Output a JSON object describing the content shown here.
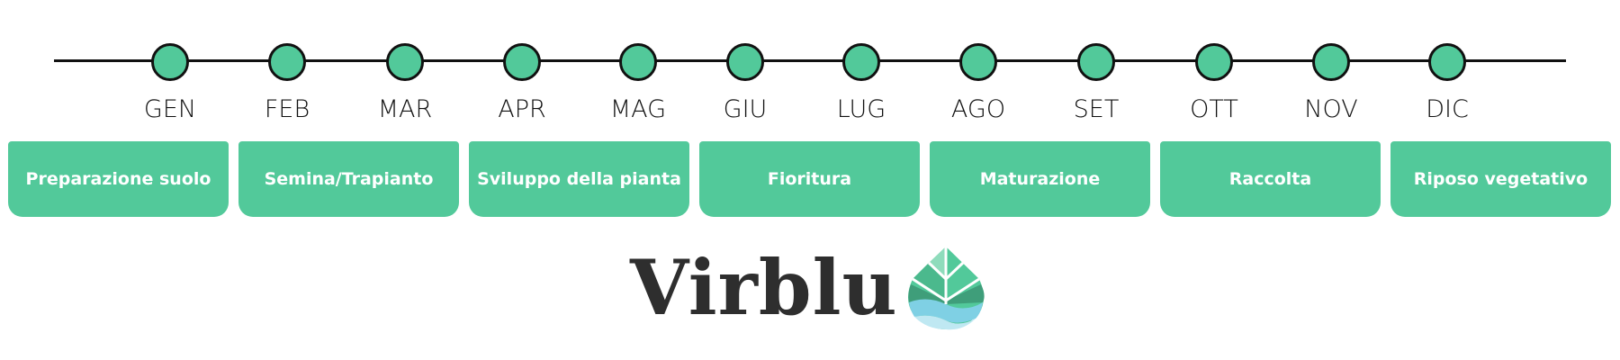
{
  "months": [
    "GEN",
    "FEB",
    "MAR",
    "APR",
    "MAG",
    "GIU",
    "LUG",
    "AGO",
    "SET",
    "OTT",
    "NOV",
    "DIC"
  ],
  "phases": [
    "Preparazione suolo",
    "Semina/Trapianto",
    "Sviluppo della pianta",
    "Fioritura",
    "Maturazione",
    "Raccolta",
    "Riposo vegetativo"
  ],
  "logo": {
    "text": "Virblu",
    "icon": "leaf-water-drop-icon"
  },
  "colors": {
    "accent": "#52c99a",
    "line": "#111111",
    "text": "#2e2e2e"
  }
}
